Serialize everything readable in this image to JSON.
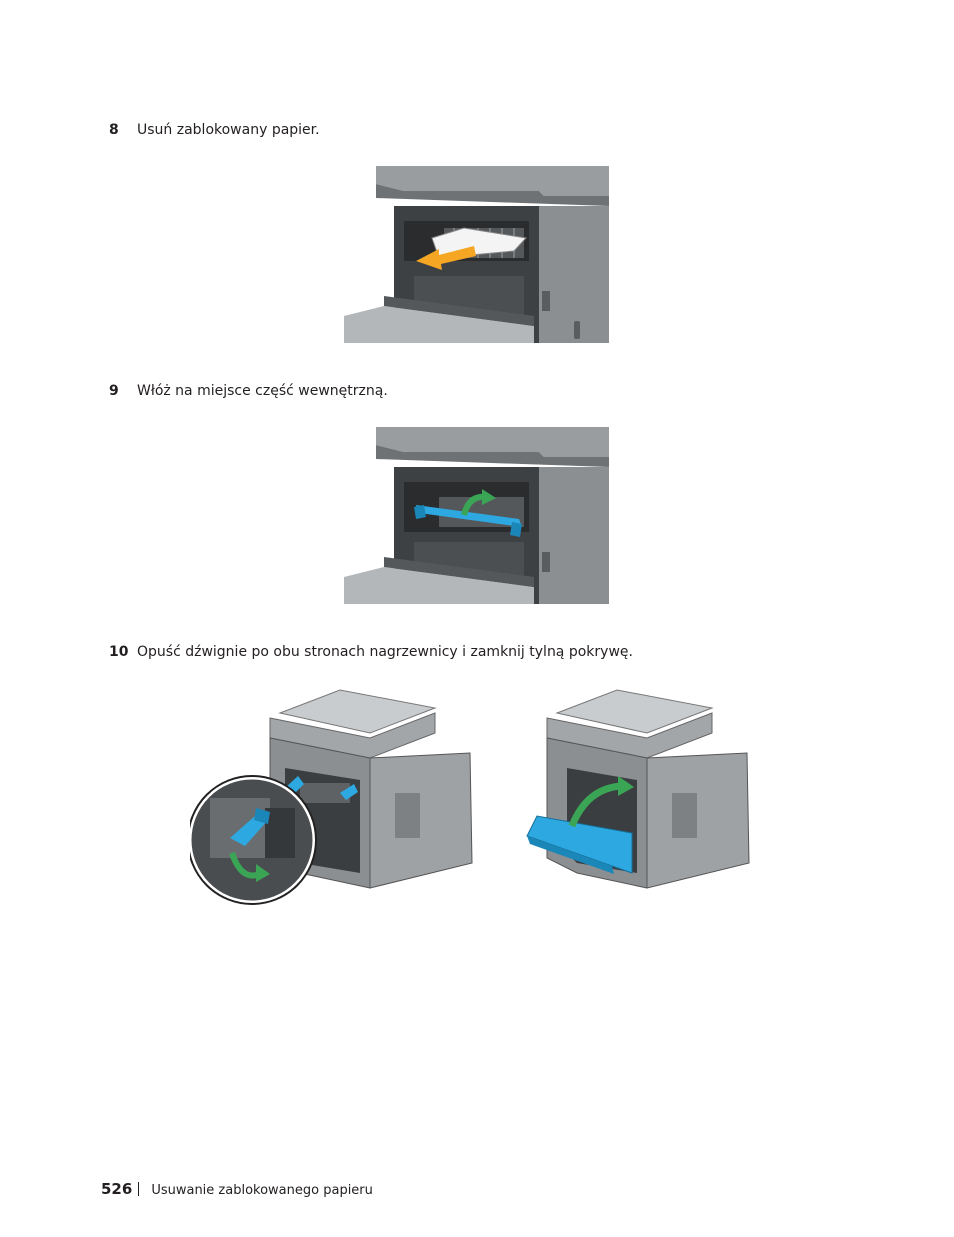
{
  "steps": [
    {
      "number": "8",
      "text": "Usuń zablokowany papier."
    },
    {
      "number": "9",
      "text": "Włóż na miejsce część wewnętrzną."
    },
    {
      "number": "10",
      "text": "Opuść dźwignie po obu stronach nagrzewnicy i zamknij tylną pokrywę."
    }
  ],
  "footer": {
    "page_number": "526",
    "section_title": "Usuwanie zablokowanego papieru"
  },
  "colors": {
    "accent_orange": "#f5a623",
    "accent_blue": "#2ea8e0",
    "arrow_green": "#3aa655",
    "printer_gray": "#8a8d90"
  }
}
